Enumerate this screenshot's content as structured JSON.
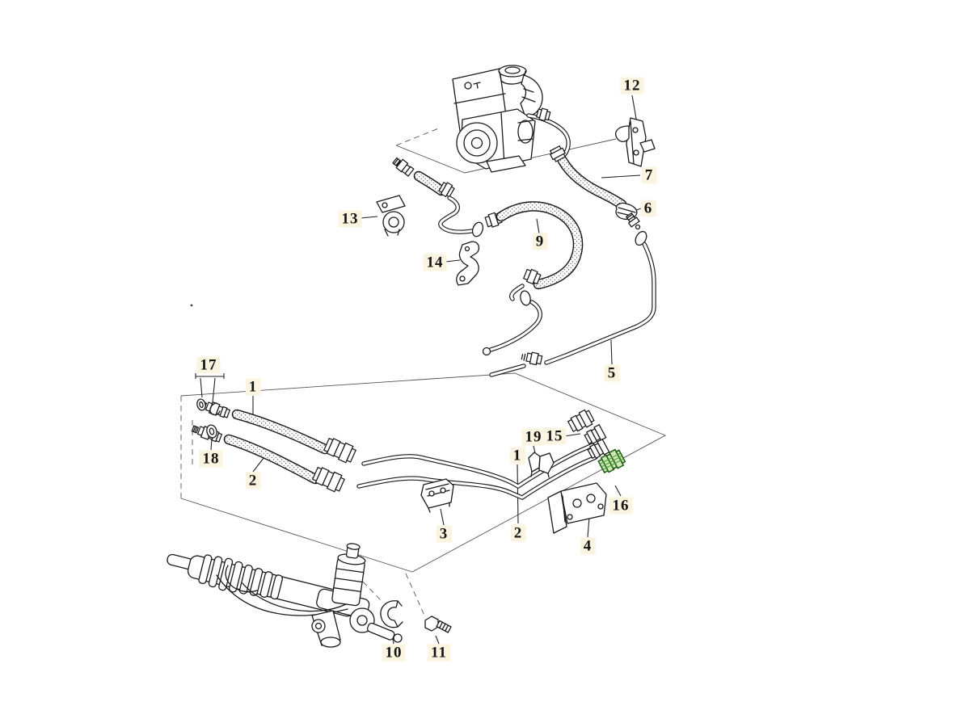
{
  "diagram": {
    "description": "Exploded parts diagram of power steering pump, pressure and return lines, and steering rack",
    "highlighted_part_label": "16"
  },
  "colors": {
    "line": "#1a1a1a",
    "green_stroke": "#1d5c14",
    "green_fill": "#cde8b5",
    "green_mid": "#58a23c",
    "label_bg": "#fbf4e0"
  },
  "callouts": [
    {
      "label": "12"
    },
    {
      "label": "7"
    },
    {
      "label": "6"
    },
    {
      "label": "13"
    },
    {
      "label": "9"
    },
    {
      "label": "14"
    },
    {
      "label": "5"
    },
    {
      "label": "17"
    },
    {
      "label": "1"
    },
    {
      "label": "18"
    },
    {
      "label": "2"
    },
    {
      "label": "19"
    },
    {
      "label": "15"
    },
    {
      "label": "1"
    },
    {
      "label": "16"
    },
    {
      "label": "3"
    },
    {
      "label": "2"
    },
    {
      "label": "4"
    },
    {
      "label": "10"
    },
    {
      "label": "11"
    }
  ]
}
